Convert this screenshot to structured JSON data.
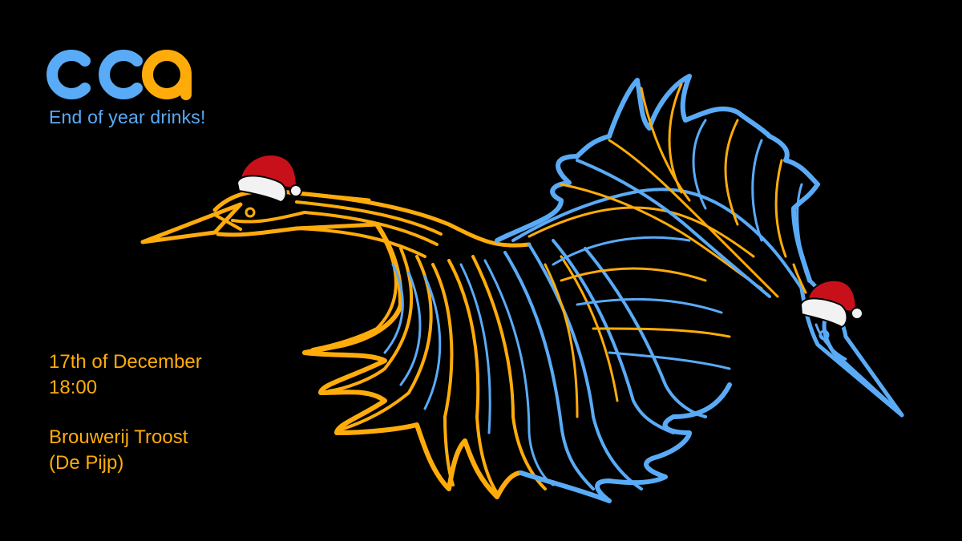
{
  "logo": {
    "text": "cca",
    "letters": [
      {
        "char": "c",
        "color": "#5aabf7"
      },
      {
        "char": "c",
        "color": "#5aabf7"
      },
      {
        "char": "a",
        "color": "#ffac0b"
      }
    ]
  },
  "tagline": "End of year drinks!",
  "event": {
    "date": "17th of December",
    "time": "18:00",
    "venue": "Brouwerij Troost",
    "area": "(De Pijp)"
  },
  "illustration": {
    "subject": "stylized crane bird with two heads wearing santa hats",
    "icons": [
      "bird-illustration-icon",
      "santa-hat-icon",
      "santa-hat-icon"
    ]
  },
  "colors": {
    "background": "#000000",
    "blue": "#5aabf7",
    "orange": "#ffac0b",
    "hat_red": "#c8101a",
    "hat_white": "#f2f2f2"
  }
}
